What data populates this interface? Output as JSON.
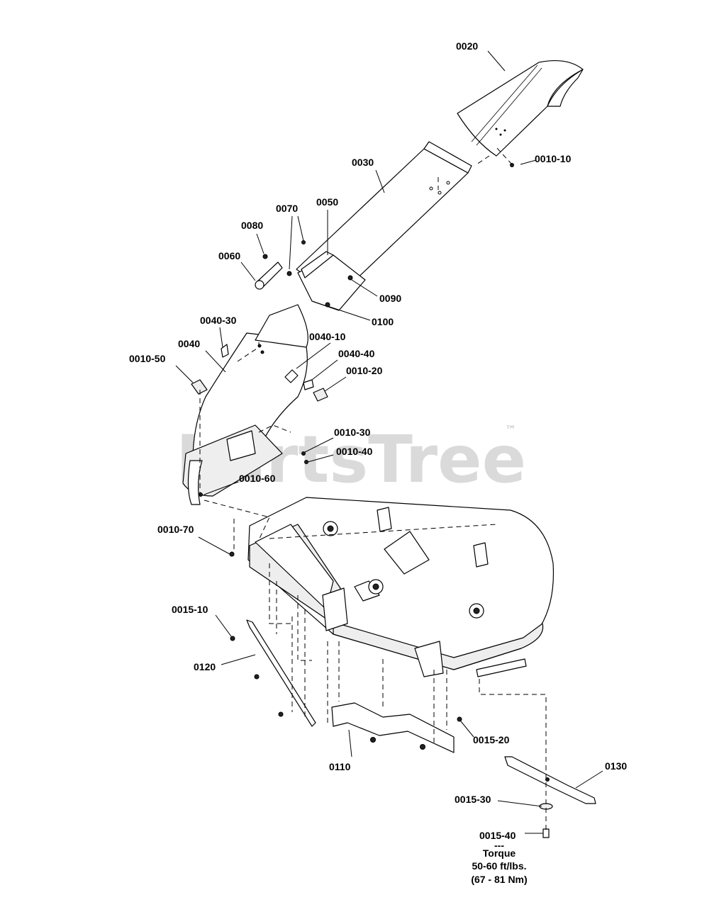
{
  "watermark": {
    "text": "PartsTree",
    "trademark": "™"
  },
  "callouts": {
    "p0020": "0020",
    "p0010_10": "0010-10",
    "p0030": "0030",
    "p0050": "0050",
    "p0070": "0070",
    "p0080": "0080",
    "p0060": "0060",
    "p0090": "0090",
    "p0100": "0100",
    "p0040_30": "0040-30",
    "p0040": "0040",
    "p0040_10": "0040-10",
    "p0010_50": "0010-50",
    "p0040_40": "0040-40",
    "p0010_20": "0010-20",
    "p0010_30": "0010-30",
    "p0010_40": "0010-40",
    "p0010_60": "0010-60",
    "p0010_70": "0010-70",
    "p0015_10": "0015-10",
    "p0120": "0120",
    "p0110": "0110",
    "p0015_20": "0015-20",
    "p0130": "0130",
    "p0015_30": "0015-30",
    "p0015_40": "0015-40"
  },
  "torque_note": {
    "separator": "---",
    "title": "Torque",
    "value_imperial": "50-60 ft/lbs.",
    "value_metric": "(67 - 81 Nm)"
  }
}
